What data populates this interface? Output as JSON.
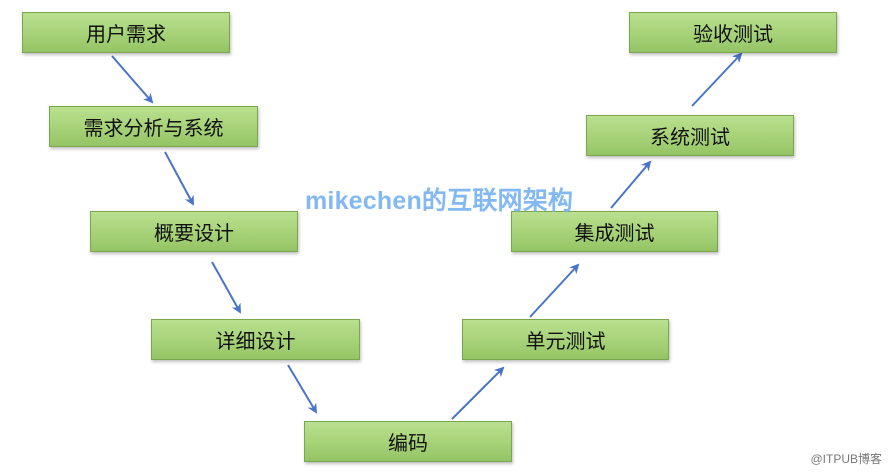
{
  "diagram": {
    "left_steps": [
      {
        "label": "用户需求"
      },
      {
        "label": "需求分析与系统"
      },
      {
        "label": "概要设计"
      },
      {
        "label": "详细设计"
      }
    ],
    "bottom_step": {
      "label": "编码"
    },
    "right_steps": [
      {
        "label": "单元测试"
      },
      {
        "label": "集成测试"
      },
      {
        "label": "系统测试"
      },
      {
        "label": "验收测试"
      }
    ],
    "colors": {
      "box_fill": "#a6d277",
      "box_border": "#7aa64f",
      "arrow": "#4a74c9"
    }
  },
  "watermark": {
    "text": "mikechen的互联网架构"
  },
  "credit": {
    "text": "@ITPUB博客"
  }
}
